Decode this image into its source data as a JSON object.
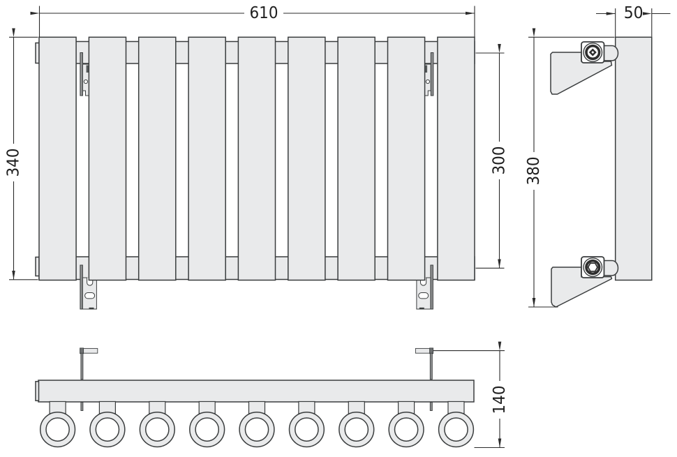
{
  "drawing": {
    "kind": "technical-three-view-drawing",
    "subject": "panel-radiator",
    "colors": {
      "background": "#ffffff",
      "outline": "#3a3d3e",
      "fill": "#e9eaeb",
      "dark_part": "#8f9192",
      "dim_line": "#2b2b2b",
      "text": "#1f1f1f"
    },
    "dimensions": {
      "front_width": "610",
      "front_height": "340",
      "front_mount_span": "300",
      "side_width": "50",
      "side_height": "380",
      "bottom_depth": "140"
    }
  }
}
